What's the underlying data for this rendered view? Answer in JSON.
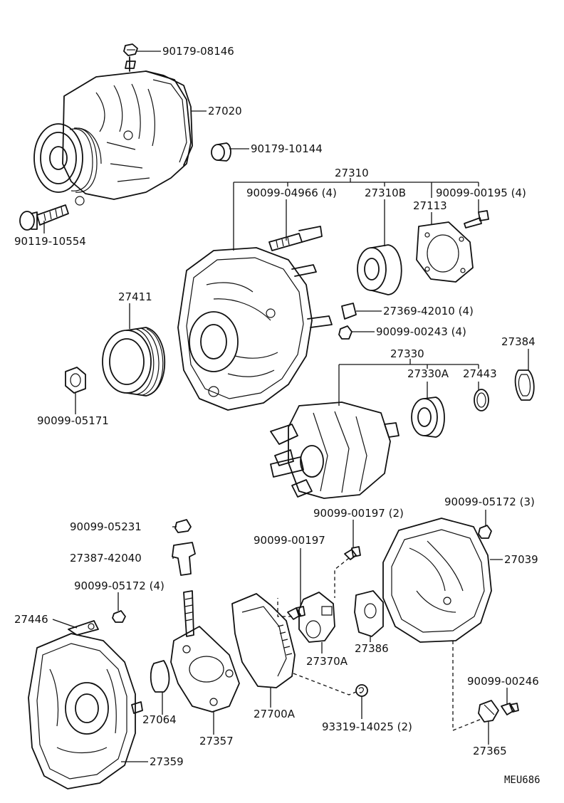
{
  "labels": {
    "p90179_08146": "90179-08146",
    "p27020": "27020",
    "p90179_10144": "90179-10144",
    "p27310": "27310",
    "p90099_04966": "90099-04966 (4)",
    "p27310B": "27310B",
    "p90099_00195": "90099-00195 (4)",
    "p27113": "27113",
    "p90119_10554": "90119-10554",
    "p27411": "27411",
    "p27369_42010": "27369-42010 (4)",
    "p90099_00243": "90099-00243 (4)",
    "p27384": "27384",
    "p27330": "27330",
    "p27330A": "27330A",
    "p27443": "27443",
    "p90099_05171": "90099-05171",
    "p90099_05172_3": "90099-05172 (3)",
    "p90099_05231": "90099-05231",
    "p90099_00197_2": "90099-00197 (2)",
    "p90099_00197": "90099-00197",
    "p27387_42040": "27387-42040",
    "p27039": "27039",
    "p90099_05172_4": "90099-05172 (4)",
    "p27446": "27446",
    "p27386": "27386",
    "p27370A": "27370A",
    "p90099_00246": "90099-00246",
    "p27064": "27064",
    "p27700A": "27700A",
    "p93319_14025": "93319-14025 (2)",
    "p27357": "27357",
    "p27365": "27365",
    "p27359": "27359",
    "diagram_code": "MEU686"
  }
}
